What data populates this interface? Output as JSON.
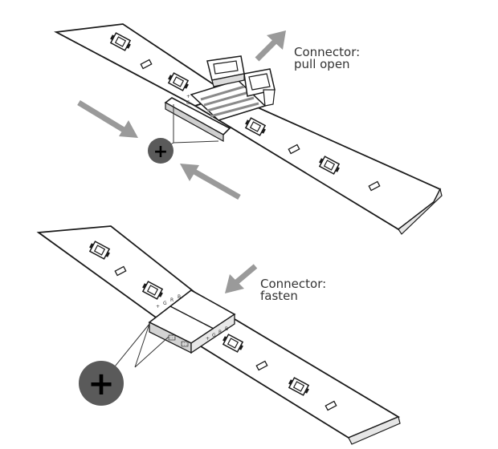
{
  "labels": {
    "top_title": "Connector:",
    "top_sub": "pull open",
    "bottom_title": "Connector:",
    "bottom_sub": "fasten"
  },
  "icons": {
    "polarity_symbol": "+",
    "pad_marks": [
      "+",
      "G",
      "R",
      "B"
    ]
  },
  "colors": {
    "arrow": "#9a9a9a",
    "badge": "#5a5a5a",
    "outline": "#1a1a1a",
    "strip": "#ffffff"
  }
}
